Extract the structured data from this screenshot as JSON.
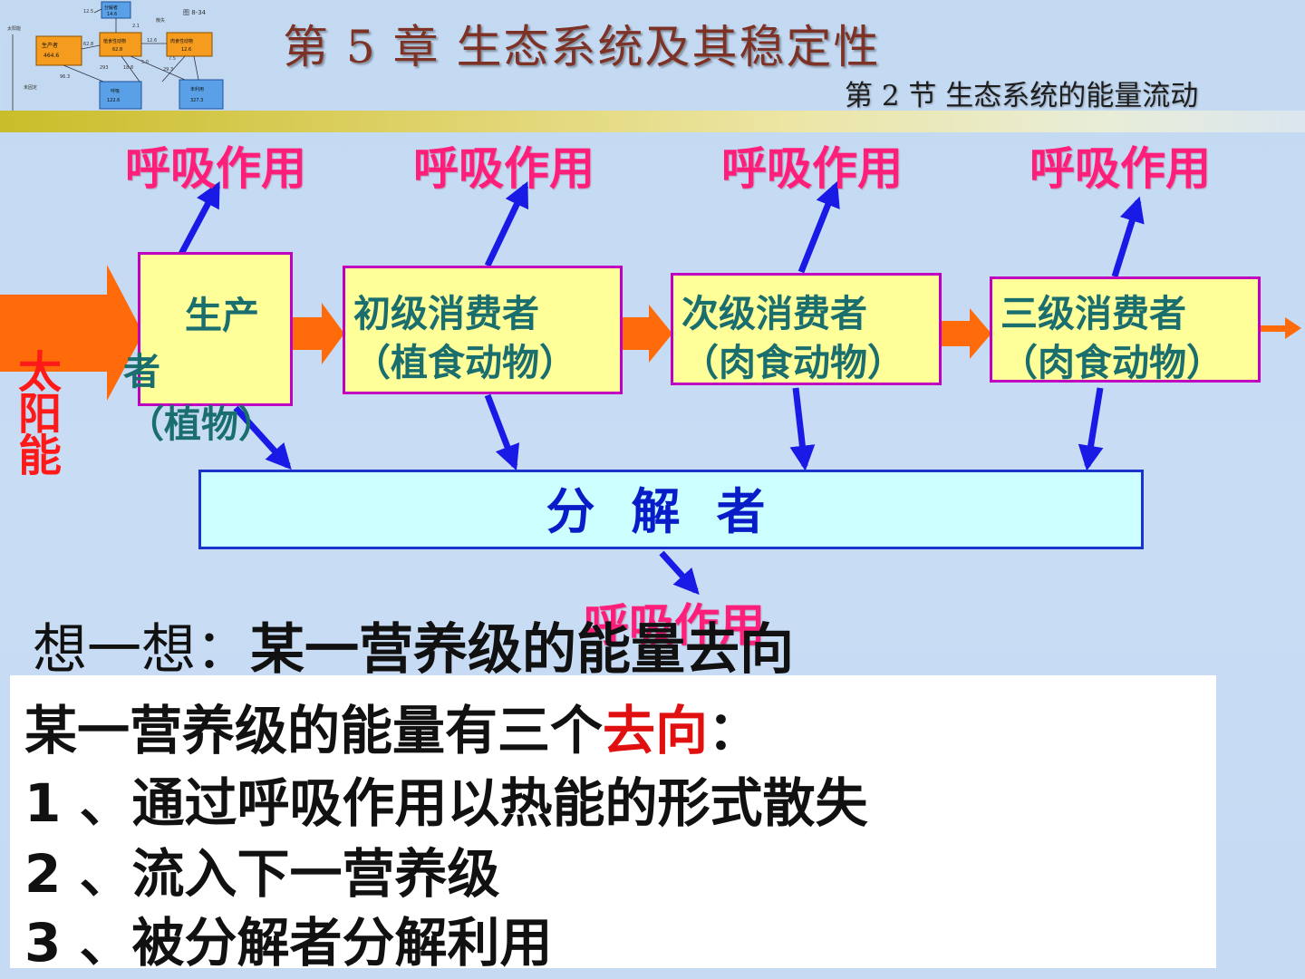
{
  "header": {
    "chapter_title": "第 5 章  生态系统及其稳定性",
    "section_title": "第 2 节  生态系统的能量流动",
    "thumbnail": {
      "figure_label": "图 8-34",
      "labels": {
        "sun": "太阳能",
        "unfixed": "未固定",
        "decomposer": "分解者",
        "decomposer_value": "14.6",
        "producer": "生产者",
        "producer_value": "464.6",
        "herbivore": "植食性动物",
        "herbivore_value": "62.8",
        "carnivore": "肉食性动物",
        "carnivore_value": "12.6",
        "respiration": "呼吸",
        "respiration_value": "122.6",
        "unused": "未利用",
        "unused_value": "327.3",
        "loss": "散失"
      },
      "flow_numbers": [
        "12.5",
        "2.1",
        "62.8",
        "12.6",
        "293",
        "18.8",
        "7.5",
        "96.3",
        "29.3",
        "5.0"
      ]
    }
  },
  "diagram": {
    "respiration_label": "呼吸作用",
    "sun_label": "太阳能",
    "nodes": {
      "producer": {
        "line1": "生产",
        "line2": "者",
        "line3": "（植物）"
      },
      "primary": {
        "line1": "初级消费者",
        "line2": "（植食动物）"
      },
      "secondary": {
        "line1": "次级消费者",
        "line2": "（肉食动物）"
      },
      "tertiary": {
        "line1": "三级消费者",
        "line2": "（肉食动物）"
      }
    },
    "decomposer_label": "分解者"
  },
  "question": {
    "prefix": "想一想：",
    "text": "某一营养级的能量去向"
  },
  "answer": {
    "intro": "某一营养级的能量有三个",
    "intro_highlight": "去向",
    "intro_suffix": "：",
    "items": [
      "1 、通过呼吸作用以热能的形式散失",
      "2 、流入下一营养级",
      "3 、被分解者分解利用"
    ]
  },
  "colors": {
    "respiration_text": "#ff1f7a",
    "box_fill": "#ffff99",
    "box_border": "#c000c0",
    "box_text": "#1a6e6e",
    "arrow_blue": "#1a1ae6",
    "energy_arrow": "#ff6a0a",
    "decomposer_fill": "#ccffff",
    "decomposer_text": "#0a1cc8",
    "highlight_red": "#e01010"
  }
}
